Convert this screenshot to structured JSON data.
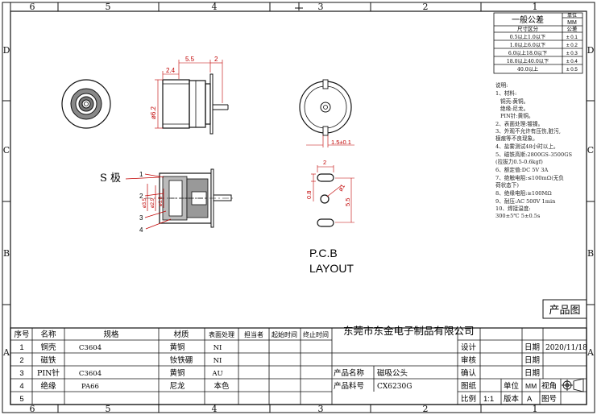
{
  "border": {
    "cols": [
      "6",
      "5",
      "4",
      "3",
      "2",
      "1"
    ],
    "rows": [
      "D",
      "C",
      "B",
      "A"
    ]
  },
  "tolerance_table": {
    "title": "一般公差",
    "unit_label": "单位",
    "unit_value": "MM",
    "header_size": "尺寸区分",
    "header_tol": "公差",
    "rows": [
      {
        "range": "0.5以上1.0以下",
        "tol": "± 0.1"
      },
      {
        "range": "1.0以上6.0以下",
        "tol": "± 0.2"
      },
      {
        "range": "6.0以上18.0以下",
        "tol": "± 0.3"
      },
      {
        "range": "18.0以上40.0以下",
        "tol": "± 0.4"
      },
      {
        "range": "40.0以上",
        "tol": "± 0.5"
      }
    ]
  },
  "notes": {
    "title": "说明:",
    "lines": [
      "1、材料:",
      "   铜壳:黄铜。",
      "   绝缘:尼龙。",
      "   PIN针:黄铜。",
      "2、表面处理:镀镍。",
      "3、外观不允许有压伤,脏污,",
      "模痕等不良现象。",
      "4、盐雾测试48小时以上。",
      "5、磁铁高斯:2800GS-3500GS",
      "(拉拔力0.5-0.6kgf)",
      "6、额定值:DC 5V  3A",
      "7、绝触电阻:≤100mΩ(无负",
      "荷状态下)",
      "8、绝缘电阻:≥100MΩ",
      "9、耐压:AC 500V 1min",
      "10、焊接温度:",
      "      300±5℃ 5±0.5s"
    ]
  },
  "drawing": {
    "dim_55": "5.5",
    "dim_2_top": "2",
    "dim_24": "2.4",
    "dim_62": "ø6.2",
    "dim_15": "1.5±0.1",
    "pcb_dim_2": "2",
    "pcb_dim_08": "0.8",
    "pcb_dim_phi1": "ø1",
    "pcb_dim_55": "5.5",
    "s_pole": "S 极",
    "section_dims": [
      "ø3.5",
      "ø2.9",
      "ø1.8"
    ],
    "callouts": [
      "1",
      "2",
      "3",
      "4"
    ],
    "pcb_title": "P.C.B",
    "layout_title": "LAYOUT"
  },
  "product_label": "产品图",
  "bom": {
    "headers": [
      "序号",
      "名称",
      "规格",
      "材质",
      "表面处理",
      "担当者",
      "起始时间",
      "终止时间"
    ],
    "rows": [
      [
        "1",
        "铜壳",
        "C3604",
        "黄铜",
        "NI"
      ],
      [
        "2",
        "磁铁",
        "",
        "钕铁硼",
        "NI"
      ],
      [
        "3",
        "PIN针",
        "C3604",
        "黄铜",
        "AU"
      ],
      [
        "4",
        "绝缘",
        "PA66",
        "尼龙",
        "本色"
      ],
      [
        "5",
        "",
        "",
        "",
        ""
      ]
    ]
  },
  "title_block": {
    "company": "东莞市东金电子制品有限公司",
    "design": "设计",
    "check": "审核",
    "confirm": "确认",
    "drawing": "图纸",
    "scale_label": "比例",
    "scale": "1:1",
    "date_label": "日期",
    "date": "2020/11/18",
    "date2_label": "日期",
    "date3_label": "日期",
    "product_name_label": "产品名称",
    "product_name": "磁吸公头",
    "product_no_label": "产品料号",
    "product_no": "CX6230G",
    "unit_label": "单位",
    "unit": "MM",
    "view_label": "视角",
    "version_label": "版本",
    "version": "A",
    "drawing_no_label": "图号"
  }
}
